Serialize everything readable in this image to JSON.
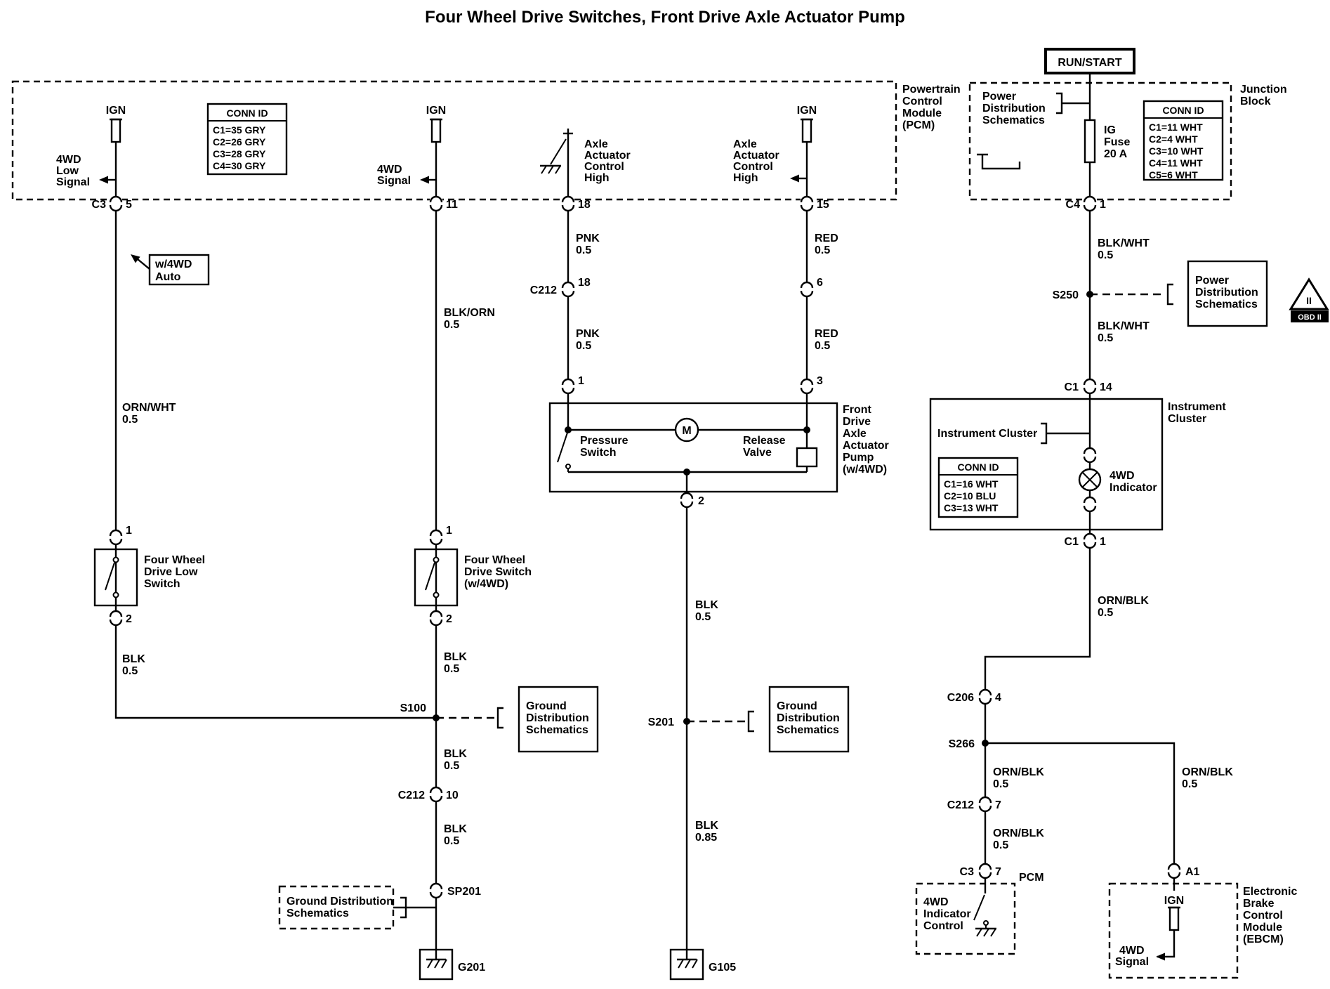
{
  "title": "Four Wheel Drive Switches, Front Drive Axle Actuator Pump",
  "run_start": "RUN/START",
  "conn_id_header": "CONN ID",
  "ign": "IGN",
  "pcm": {
    "label": [
      "Powertrain",
      "Control",
      "Module",
      "(PCM)"
    ],
    "conn_rows": [
      "C1=35 GRY",
      "C2=26 GRY",
      "C3=28 GRY",
      "C4=30 GRY"
    ],
    "low_signal": [
      "4WD",
      "Low",
      "Signal"
    ],
    "signal": [
      "4WD",
      "Signal"
    ],
    "axle_high": [
      "Axle",
      "Actuator",
      "Control",
      "High"
    ]
  },
  "junction": {
    "label": [
      "Junction",
      "Block"
    ],
    "ig_fuse": [
      "IG",
      "Fuse",
      "20 A"
    ],
    "conn_rows": [
      "C1=11 WHT",
      "C2=4 WHT",
      "C3=10 WHT",
      "C4=11 WHT",
      "C5=6 WHT"
    ]
  },
  "pins": {
    "c3": "C3",
    "p5": "5",
    "p11": "11",
    "p18": "18",
    "p15": "15",
    "c4": "C4",
    "p1": "1",
    "c212": "C212",
    "p6": "6",
    "p3": "3",
    "p2": "2",
    "p10": "10",
    "c1": "C1",
    "p14": "14",
    "c206": "C206",
    "p4": "4",
    "p7": "7",
    "a1": "A1",
    "pcm": "PCM"
  },
  "splices": {
    "s100": "S100",
    "s201": "S201",
    "s250": "S250",
    "s266": "S266",
    "sp201": "SP201"
  },
  "grounds": {
    "g201": "G201",
    "g105": "G105"
  },
  "wires": {
    "pnk": [
      "PNK",
      "0.5"
    ],
    "red": [
      "RED",
      "0.5"
    ],
    "blk_orn": [
      "BLK/ORN",
      "0.5"
    ],
    "orn_wht": [
      "ORN/WHT",
      "0.5"
    ],
    "blk": [
      "BLK",
      "0.5"
    ],
    "blk_085": [
      "BLK",
      "0.85"
    ],
    "blk_wht": [
      "BLK/WHT",
      "0.5"
    ],
    "orn_blk": [
      "ORN/BLK",
      "0.5"
    ]
  },
  "components": {
    "w4wd_auto": [
      "w/4WD",
      "Auto"
    ],
    "fwd_low_switch": [
      "Four Wheel",
      "Drive Low",
      "Switch"
    ],
    "fwd_switch": [
      "Four Wheel",
      "Drive Switch",
      "(w/4WD)"
    ],
    "pressure_switch": [
      "Pressure",
      "Switch"
    ],
    "release_valve": [
      "Release",
      "Valve"
    ],
    "motor": "M",
    "pump_label": [
      "Front",
      "Drive",
      "Axle",
      "Actuator",
      "Pump",
      "(w/4WD)"
    ],
    "cluster_label": [
      "Instrument",
      "Cluster"
    ],
    "cluster_inline": "Instrument Cluster",
    "cluster_conn_rows": [
      "C1=16 WHT",
      "C2=10 BLU",
      "C3=13 WHT"
    ],
    "indicator": [
      "4WD",
      "Indicator"
    ],
    "indicator_control": [
      "4WD",
      "Indicator",
      "Control"
    ],
    "ebcm": [
      "Electronic",
      "Brake",
      "Control",
      "Module",
      "(EBCM)"
    ],
    "ebcm_signal": [
      "4WD",
      "Signal"
    ]
  },
  "refs": {
    "ground_dist": [
      "Ground",
      "Distribution",
      "Schematics"
    ],
    "ground_dist_inline": [
      "Ground Distribution",
      "Schematics"
    ],
    "power_dist": [
      "Power",
      "Distribution",
      "Schematics"
    ],
    "obd_ii": "II",
    "obd_label": "OBD II"
  }
}
